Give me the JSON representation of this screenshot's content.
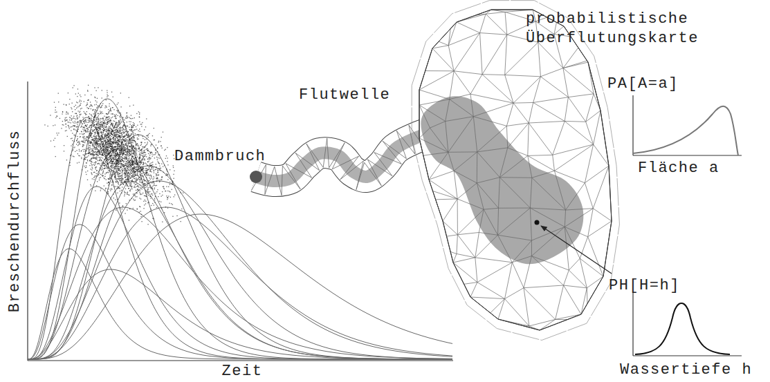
{
  "diagram": {
    "labels": [
      "Breschendurchfluss",
      "Zeit",
      "Dammbruch",
      "Flutwelle",
      "probabilistische Überflutungskarte",
      "PA[A=a]",
      "Fläche a",
      "PH[H=h]",
      "Wassertiefe h"
    ]
  }
}
